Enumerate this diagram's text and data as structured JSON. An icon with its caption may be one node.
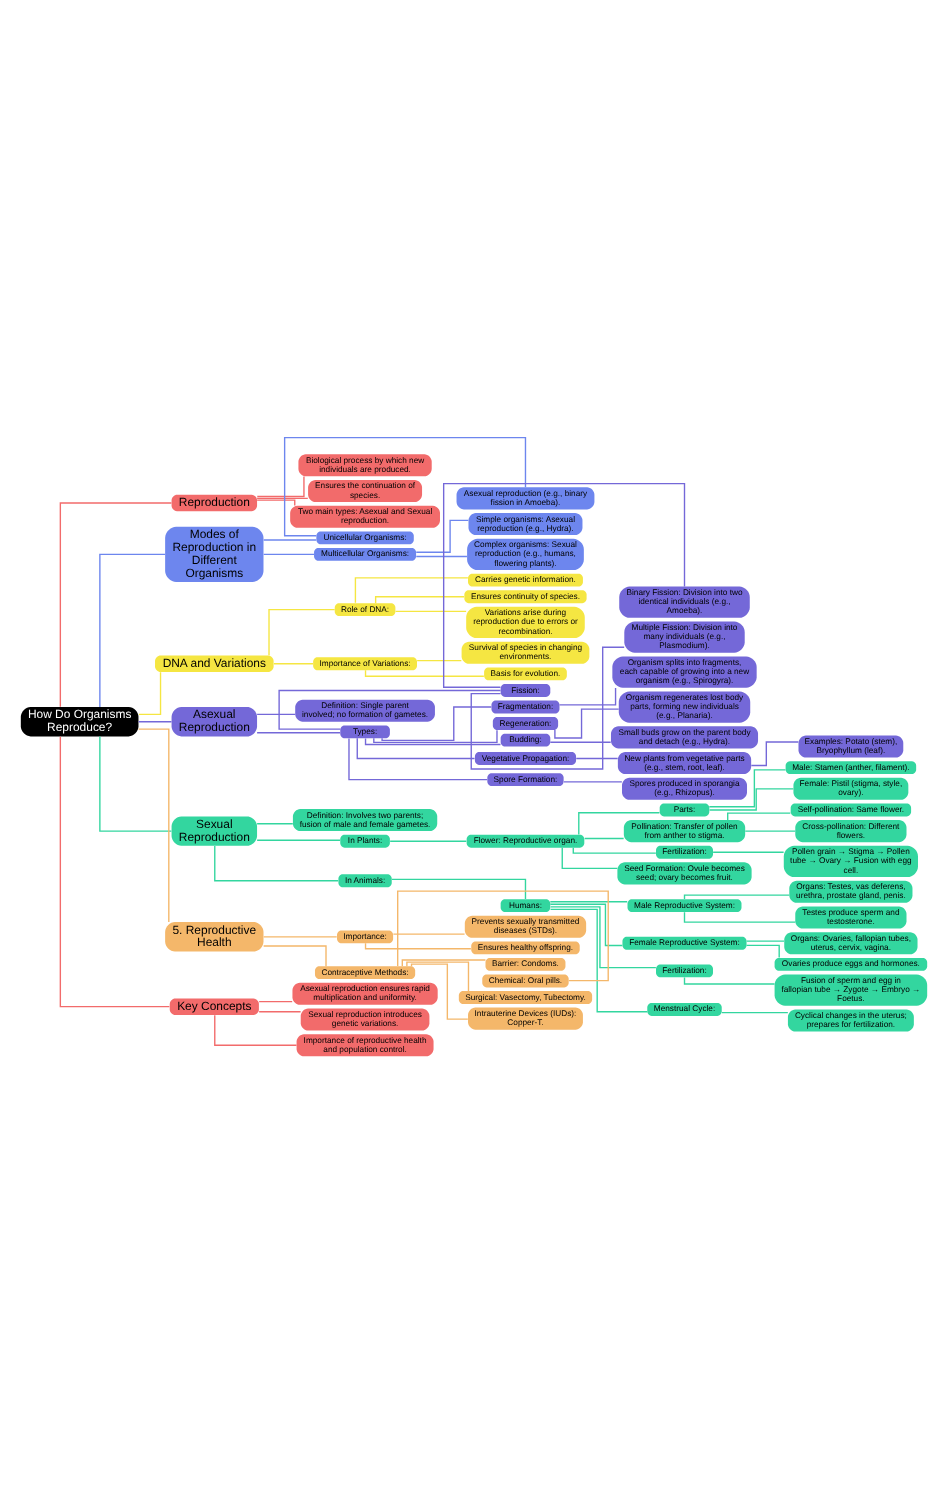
{
  "diagram": {
    "nodes": [
      {
        "text": [
          "How Do Organisms Reproduce?"
        ]
      },
      {
        "text": [
          "Reproduction"
        ]
      },
      {
        "text": [
          "Biological process by which new individuals are produced."
        ]
      },
      {
        "text": [
          "Ensures the continuation of species."
        ]
      },
      {
        "text": [
          "Two main types: Asexual and Sexual reproduction."
        ]
      },
      {
        "text": [
          "Modes of Reproduction in Different Organisms"
        ]
      },
      {
        "text": [
          "Unicellular Organisms:"
        ]
      },
      {
        "text": [
          "Asexual reproduction (e.g., binary fission in Amoeba)."
        ]
      },
      {
        "text": [
          "Multicellular Organisms:"
        ]
      },
      {
        "text": [
          "Simple organisms: Asexual reproduction (e.g., Hydra)."
        ]
      },
      {
        "text": [
          "Complex organisms: Sexual reproduction (e.g., humans, flowering plants)."
        ]
      },
      {
        "text": [
          "DNA and Variations"
        ]
      },
      {
        "text": [
          "Role of DNA:"
        ]
      },
      {
        "text": [
          "Carries genetic information."
        ]
      },
      {
        "text": [
          "Ensures continuity of species."
        ]
      },
      {
        "text": [
          "Variations arise during reproduction due to errors or recombination."
        ]
      },
      {
        "text": [
          "Importance of Variations:"
        ]
      },
      {
        "text": [
          "Survival of species in changing environments."
        ]
      },
      {
        "text": [
          "Basis for evolution."
        ]
      },
      {
        "text": [
          "Asexual Reproduction"
        ]
      },
      {
        "text": [
          "Definition: Single parent involved; no formation of gametes."
        ]
      },
      {
        "text": [
          "Types:"
        ]
      },
      {
        "text": [
          "Fission:"
        ]
      },
      {
        "text": [
          "Binary Fission: Division into two identical individuals (e.g., Amoeba)."
        ]
      },
      {
        "text": [
          "Multiple Fission: Division into many individuals (e.g., Plasmodium)."
        ]
      },
      {
        "text": [
          "Fragmentation:"
        ]
      },
      {
        "text": [
          "Organism splits into fragments, each capable of growing into a new organism (e.g., Spirogyra)."
        ]
      },
      {
        "text": [
          "Regeneration:"
        ]
      },
      {
        "text": [
          "Organism regenerates lost body parts, forming new individuals (e.g., Planaria)."
        ]
      },
      {
        "text": [
          "Budding:"
        ]
      },
      {
        "text": [
          "Small buds grow on the parent body and detach (e.g., Hydra)."
        ]
      },
      {
        "text": [
          "Vegetative Propagation:"
        ]
      },
      {
        "text": [
          "New plants from vegetative parts (e.g., stem, root, leaf)."
        ]
      },
      {
        "text": [
          "Examples: Potato (stem), Bryophyllum (leaf)."
        ]
      },
      {
        "text": [
          "Spore Formation:"
        ]
      },
      {
        "text": [
          "Spores produced in sporangia (e.g., Rhizopus)."
        ]
      },
      {
        "text": [
          "Sexual Reproduction"
        ]
      },
      {
        "text": [
          "Definition: Involves two parents; fusion of male and female gametes."
        ]
      },
      {
        "text": [
          "In Plants:"
        ]
      },
      {
        "text": [
          "Flower: Reproductive organ."
        ]
      },
      {
        "text": [
          "Parts:"
        ]
      },
      {
        "text": [
          "Male: Stamen (anther, filament)."
        ]
      },
      {
        "text": [
          "Female: Pistil (stigma, style, ovary)."
        ]
      },
      {
        "text": [
          "Pollination: Transfer of pollen from anther to stigma."
        ]
      },
      {
        "text": [
          "Self-pollination: Same flower."
        ]
      },
      {
        "text": [
          "Cross-pollination: Different flowers."
        ]
      },
      {
        "text": [
          "Fertilization:"
        ]
      },
      {
        "text": [
          "Pollen grain → Stigma → Pollen tube → Ovary → Fusion with egg cell."
        ]
      },
      {
        "text": [
          "Seed Formation: Ovule becomes seed; ovary becomes fruit."
        ]
      },
      {
        "text": [
          "In Animals:"
        ]
      },
      {
        "text": [
          "Humans:"
        ]
      },
      {
        "text": [
          "Male Reproductive System:"
        ]
      },
      {
        "text": [
          "Organs: Testes, vas deferens, urethra, prostate gland, penis."
        ]
      },
      {
        "text": [
          "Testes produce sperm and testosterone."
        ]
      },
      {
        "text": [
          "Female Reproductive System:"
        ]
      },
      {
        "text": [
          "Organs: Ovaries, fallopian tubes, uterus, cervix, vagina."
        ]
      },
      {
        "text": [
          "Ovaries produce eggs and hormones."
        ]
      },
      {
        "text": [
          "Fertilization:"
        ]
      },
      {
        "text": [
          "Fusion of sperm and egg in fallopian tube → Zygote → Embryo → Foetus."
        ]
      },
      {
        "text": [
          "Menstrual Cycle:"
        ]
      },
      {
        "text": [
          "Cyclical changes in the uterus; prepares for fertilization."
        ]
      },
      {
        "text": [
          "5. Reproductive Health"
        ]
      },
      {
        "text": [
          "Importance:"
        ]
      },
      {
        "text": [
          "Prevents sexually transmitted diseases (STDs)."
        ]
      },
      {
        "text": [
          "Ensures healthy offspring."
        ]
      },
      {
        "text": [
          "Contraceptive Methods:"
        ]
      },
      {
        "text": [
          "Barrier: Condoms."
        ]
      },
      {
        "text": [
          "Chemical: Oral pills."
        ]
      },
      {
        "text": [
          "Surgical: Vasectomy, Tubectomy."
        ]
      },
      {
        "text": [
          "Intrauterine Devices (IUDs): Copper-T."
        ]
      },
      {
        "text": [
          "Key Concepts"
        ]
      },
      {
        "text": [
          "Asexual reproduction ensures rapid multiplication and uniformity."
        ]
      },
      {
        "text": [
          "Sexual reproduction introduces genetic variations."
        ]
      },
      {
        "text": [
          "Importance of reproductive health and population control."
        ]
      }
    ],
    "edges": [
      {
        "from": 0,
        "to": 1,
        "arrow": "none",
        "color": "#f26b6b"
      },
      {
        "from": 1,
        "to": 2,
        "arrow": "none",
        "color": "#f26b6b"
      },
      {
        "from": 1,
        "to": 3,
        "arrow": "none",
        "color": "#f26b6b"
      },
      {
        "from": 1,
        "to": 4,
        "arrow": "none",
        "color": "#f26b6b"
      },
      {
        "from": 0,
        "to": 5,
        "arrow": "none",
        "color": "#6d86ee"
      },
      {
        "from": 5,
        "to": 6,
        "arrow": "none",
        "color": "#6d86ee"
      },
      {
        "from": 6,
        "to": 7,
        "arrow": "none",
        "color": "#6d86ee"
      },
      {
        "from": 5,
        "to": 8,
        "arrow": "none",
        "color": "#6d86ee"
      },
      {
        "from": 8,
        "to": 9,
        "arrow": "none",
        "color": "#6d86ee"
      },
      {
        "from": 8,
        "to": 10,
        "arrow": "none",
        "color": "#6d86ee"
      },
      {
        "from": 0,
        "to": 11,
        "arrow": "none",
        "color": "#f5e642"
      },
      {
        "from": 11,
        "to": 12,
        "arrow": "none",
        "color": "#f5e642"
      },
      {
        "from": 12,
        "to": 13,
        "arrow": "none",
        "color": "#f5e642"
      },
      {
        "from": 12,
        "to": 14,
        "arrow": "none",
        "color": "#f5e642"
      },
      {
        "from": 12,
        "to": 15,
        "arrow": "none",
        "color": "#f5e642"
      },
      {
        "from": 11,
        "to": 16,
        "arrow": "none",
        "color": "#f5e642"
      },
      {
        "from": 16,
        "to": 17,
        "arrow": "none",
        "color": "#f5e642"
      },
      {
        "from": 16,
        "to": 18,
        "arrow": "none",
        "color": "#f5e642"
      },
      {
        "from": 0,
        "to": 19,
        "arrow": "none",
        "color": "#7468d8"
      },
      {
        "from": 19,
        "to": 20,
        "arrow": "none",
        "color": "#7468d8"
      },
      {
        "from": 19,
        "to": 21,
        "arrow": "none",
        "color": "#7468d8"
      },
      {
        "from": 21,
        "to": 22,
        "arrow": "none",
        "color": "#7468d8"
      },
      {
        "from": 22,
        "to": 23,
        "arrow": "none",
        "color": "#7468d8"
      },
      {
        "from": 22,
        "to": 24,
        "arrow": "none",
        "color": "#7468d8"
      },
      {
        "from": 21,
        "to": 25,
        "arrow": "none",
        "color": "#7468d8"
      },
      {
        "from": 25,
        "to": 26,
        "arrow": "none",
        "color": "#7468d8"
      },
      {
        "from": 21,
        "to": 27,
        "arrow": "none",
        "color": "#7468d8"
      },
      {
        "from": 27,
        "to": 28,
        "arrow": "none",
        "color": "#7468d8"
      },
      {
        "from": 21,
        "to": 29,
        "arrow": "none",
        "color": "#7468d8"
      },
      {
        "from": 29,
        "to": 30,
        "arrow": "none",
        "color": "#7468d8"
      },
      {
        "from": 21,
        "to": 31,
        "arrow": "none",
        "color": "#7468d8"
      },
      {
        "from": 31,
        "to": 32,
        "arrow": "none",
        "color": "#7468d8"
      },
      {
        "from": 32,
        "to": 33,
        "arrow": "none",
        "color": "#7468d8"
      },
      {
        "from": 21,
        "to": 34,
        "arrow": "none",
        "color": "#7468d8"
      },
      {
        "from": 34,
        "to": 35,
        "arrow": "none",
        "color": "#7468d8"
      },
      {
        "from": 0,
        "to": 36,
        "arrow": "none"
      },
      {
        "from": 36,
        "to": 37,
        "arrow": "none"
      },
      {
        "from": 36,
        "to": 38,
        "arrow": "none"
      },
      {
        "from": 38,
        "to": 39,
        "arrow": "none"
      },
      {
        "from": 39,
        "to": 40,
        "arrow": "none"
      },
      {
        "from": 40,
        "to": 41,
        "arrow": "none"
      },
      {
        "from": 40,
        "to": 42,
        "arrow": "none"
      },
      {
        "from": 39,
        "to": 43,
        "arrow": "none"
      },
      {
        "from": 43,
        "to": 44,
        "arrow": "none"
      },
      {
        "from": 43,
        "to": 45,
        "arrow": "none"
      },
      {
        "from": 39,
        "to": 46,
        "arrow": "none"
      },
      {
        "from": 46,
        "to": 47,
        "arrow": "none"
      },
      {
        "from": 39,
        "to": 48,
        "arrow": "none"
      },
      {
        "from": 36,
        "to": 49,
        "arrow": "none"
      },
      {
        "from": 49,
        "to": 50,
        "arrow": "none"
      },
      {
        "from": 50,
        "to": 51,
        "arrow": "none"
      },
      {
        "from": 51,
        "to": 52,
        "arrow": "none"
      },
      {
        "from": 51,
        "to": 53,
        "arrow": "none"
      },
      {
        "from": 50,
        "to": 54,
        "arrow": "none"
      },
      {
        "from": 54,
        "to": 55,
        "arrow": "none"
      },
      {
        "from": 54,
        "to": 56,
        "arrow": "none"
      },
      {
        "from": 50,
        "to": 57,
        "arrow": "none"
      },
      {
        "from": 57,
        "to": 58,
        "arrow": "none"
      },
      {
        "from": 50,
        "to": 59,
        "arrow": "none"
      },
      {
        "from": 59,
        "to": 60,
        "arrow": "none"
      },
      {
        "from": 0,
        "to": 61,
        "arrow": "none",
        "color": "#f4b76a"
      },
      {
        "from": 61,
        "to": 62,
        "arrow": "none",
        "color": "#f4b76a"
      },
      {
        "from": 62,
        "to": 63,
        "arrow": "none",
        "color": "#f4b76a"
      },
      {
        "from": 62,
        "to": 64,
        "arrow": "none",
        "color": "#f4b76a"
      },
      {
        "from": 61,
        "to": 65,
        "arrow": "none",
        "color": "#f4b76a"
      },
      {
        "from": 65,
        "to": 66,
        "arrow": "none",
        "color": "#f4b76a"
      },
      {
        "from": 65,
        "to": 67,
        "arrow": "none",
        "color": "#f4b76a"
      },
      {
        "from": 65,
        "to": 68,
        "arrow": "none",
        "color": "#f4b76a"
      },
      {
        "from": 65,
        "to": 69,
        "arrow": "none",
        "color": "#f4b76a"
      },
      {
        "from": 0,
        "to": 70,
        "arrow": "none",
        "color": "#f26b6b"
      },
      {
        "from": 70,
        "to": 71,
        "arrow": "none",
        "color": "#f26b6b"
      },
      {
        "from": 70,
        "to": 72,
        "arrow": "none",
        "color": "#f26b6b"
      },
      {
        "from": 70,
        "to": 73,
        "arrow": "none",
        "color": "#f26b6b"
      }
    ]
  }
}
